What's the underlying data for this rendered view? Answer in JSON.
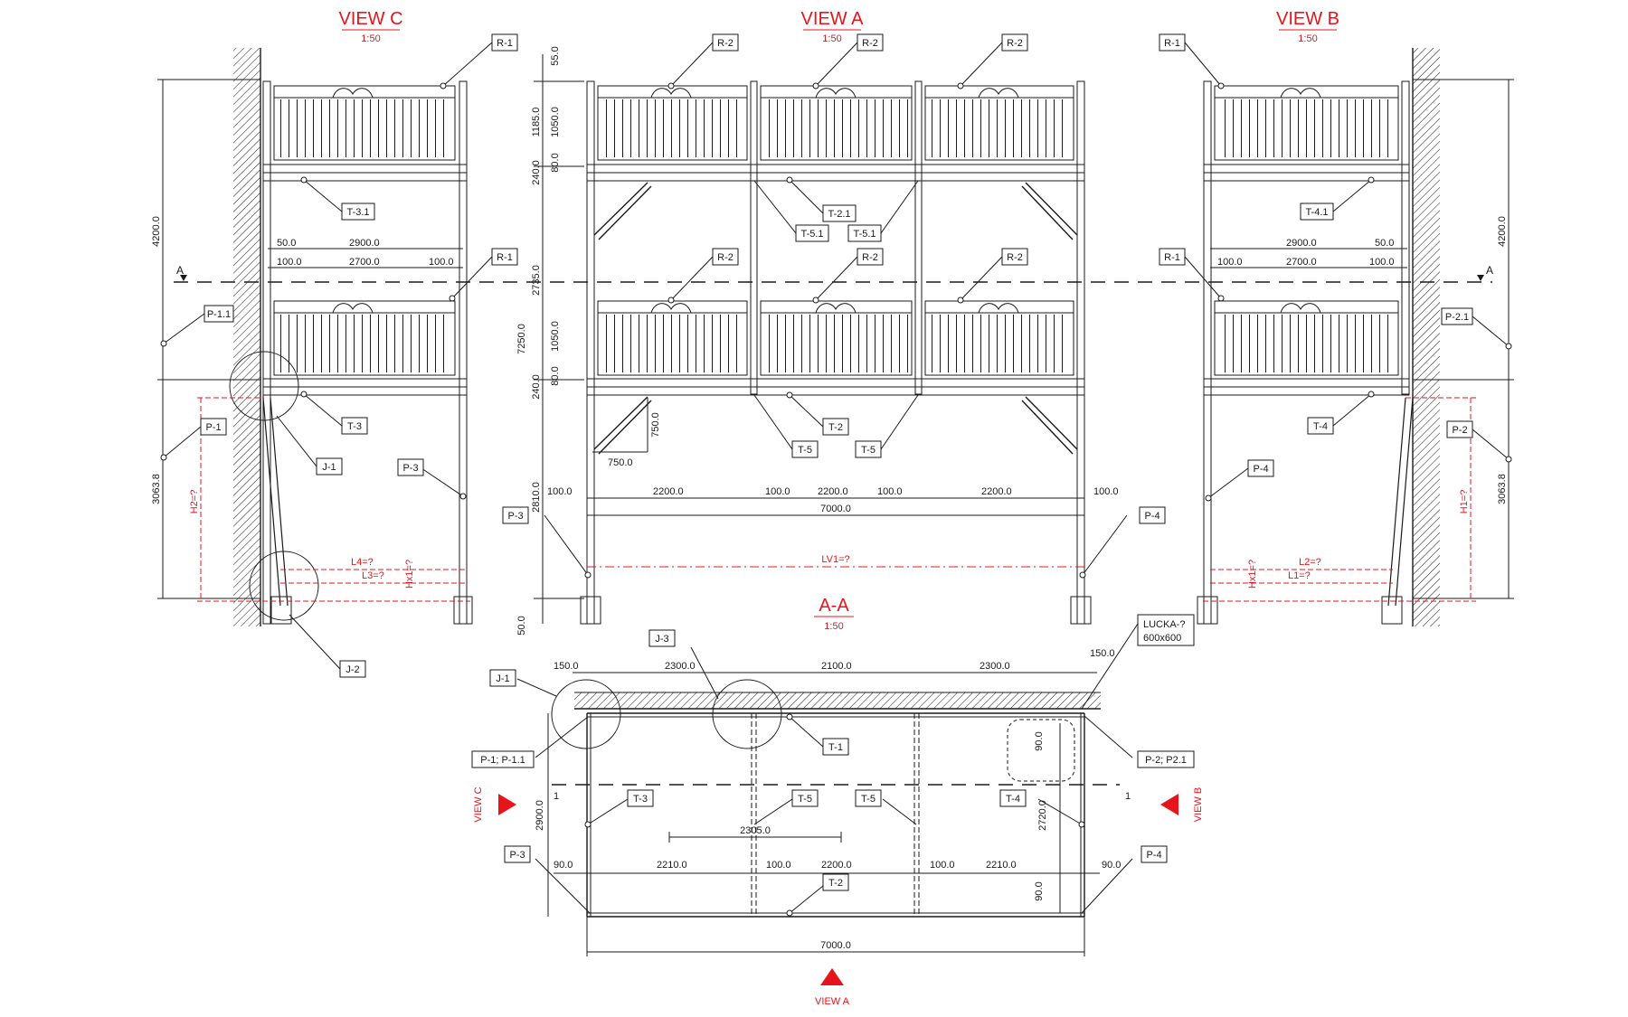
{
  "titles": {
    "view_c": "VIEW C",
    "view_a": "VIEW A",
    "view_b": "VIEW B",
    "section": "A-A",
    "scale": "1:50"
  },
  "colors": {
    "line": "#1a1a1a",
    "accent": "#e8141c",
    "paper": "#ffffff"
  },
  "view_c": {
    "tags": {
      "r1_top": "R-1",
      "r1_mid": "R-1",
      "t31": "T-3.1",
      "t3": "T-3",
      "p11": "P-1.1",
      "p1": "P-1",
      "j1": "J-1",
      "p3": "P-3",
      "j2": "J-2"
    },
    "dims": {
      "d50": "50.0",
      "d2900": "2900.0",
      "d100a": "100.0",
      "d2700": "2700.0",
      "d100b": "100.0",
      "h4200": "4200.0",
      "h3063": "3063.8"
    },
    "unknowns": {
      "h2": "H2=?",
      "l4": "L4=?",
      "l3": "L3=?",
      "hx1": "Hx1=?"
    },
    "section_mark": "A"
  },
  "view_a": {
    "tags": {
      "r2_1": "R-2",
      "r2_2": "R-2",
      "r2_3": "R-2",
      "r2_4": "R-2",
      "r2_5": "R-2",
      "r2_6": "R-2",
      "t21": "T-2.1",
      "t51a": "T-5.1",
      "t51b": "T-5.1",
      "t2": "T-2",
      "t5a": "T-5",
      "t5b": "T-5",
      "p3": "P-3",
      "p4": "P-4"
    },
    "dims": {
      "v55": "55.0",
      "v1185": "1185.0",
      "v1050a": "1050.0",
      "v80a": "80.0",
      "v240a": "240.0",
      "v2735": "2735.0",
      "v7250": "7250.0",
      "v1050b": "1050.0",
      "v80b": "80.0",
      "v240b": "240.0",
      "v2810": "2810.0",
      "v50": "50.0",
      "b750h": "750.0",
      "b750v": "750.0",
      "h100a": "100.0",
      "h2200a": "2200.0",
      "h100b": "100.0",
      "h2200b": "2200.0",
      "h100c": "100.0",
      "h2200c": "2200.0",
      "h100d": "100.0",
      "h7000": "7000.0"
    },
    "unknowns": {
      "lv1": "LV1=?"
    }
  },
  "view_b": {
    "tags": {
      "r1_top": "R-1",
      "r1_mid": "R-1",
      "t41": "T-4.1",
      "t4": "T-4",
      "p21": "P-2.1",
      "p2": "P-2",
      "p4": "P-4"
    },
    "dims": {
      "d2900": "2900.0",
      "d50": "50.0",
      "d100a": "100.0",
      "d2700": "2700.0",
      "d100b": "100.0",
      "h4200": "4200.0",
      "h3063": "3063.8"
    },
    "unknowns": {
      "h1": "H1=?",
      "l2": "L2=?",
      "l1": "L1=?",
      "hx1": "Hx1=?"
    },
    "section_mark": "A"
  },
  "plan": {
    "tags": {
      "j3": "J-3",
      "j1": "J-1",
      "p1": "P-1; P-1.1",
      "t1": "T-1",
      "lucka": "LUCKA-?",
      "lucka_size": "600x600",
      "p2": "P-2; P2.1",
      "t3": "T-3",
      "t5a": "T-5",
      "t5b": "T-5",
      "t4": "T-4",
      "p3": "P-3",
      "p4": "P-4",
      "t2": "T-2"
    },
    "dims": {
      "t150a": "150.0",
      "t2300a": "2300.0",
      "t2100": "2100.0",
      "t2300b": "2300.0",
      "t150b": "150.0",
      "v90a": "90.0",
      "v2900": "2900.0",
      "v2720": "2720.0",
      "v90b": "90.0",
      "d2305": "2305.0",
      "m90a": "90.0",
      "m2210a": "2210.0",
      "m100a": "100.0",
      "m2200": "2200.0",
      "m100b": "100.0",
      "m2210b": "2210.0",
      "m90b": "90.0",
      "b7000": "7000.0"
    },
    "arrows": {
      "view_c": "VIEW C",
      "view_b": "VIEW B",
      "view_a": "VIEW A",
      "cut_left": "1",
      "cut_right": "1"
    }
  }
}
